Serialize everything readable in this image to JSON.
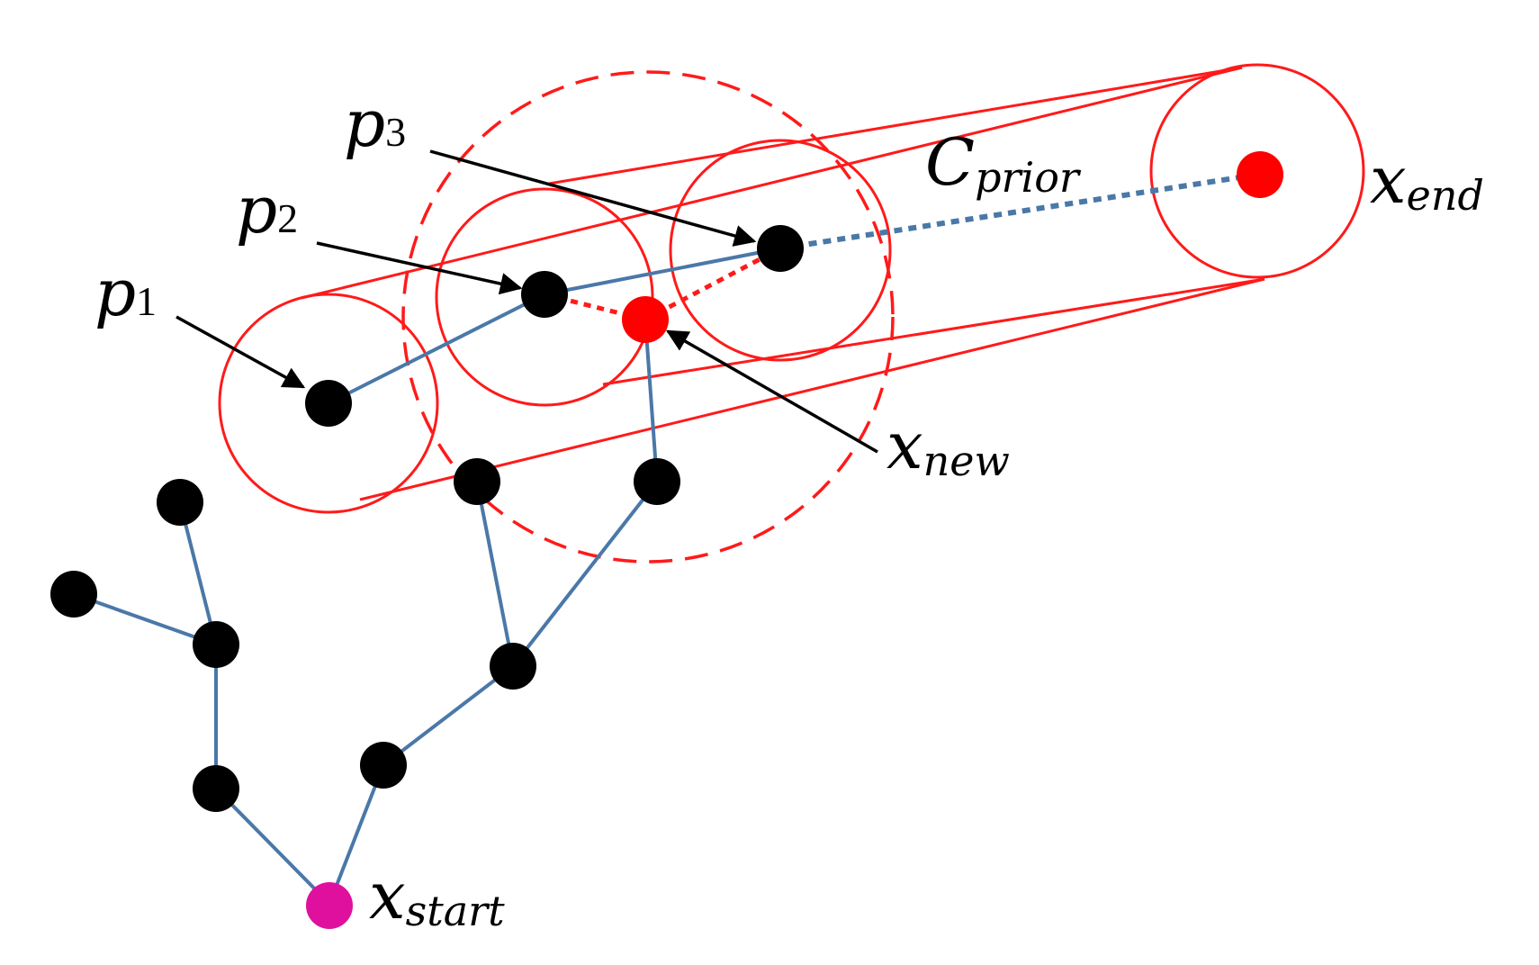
{
  "labels": {
    "p1": {
      "main": "p",
      "sub": "1"
    },
    "p2": {
      "main": "p",
      "sub": "2"
    },
    "p3": {
      "main": "p",
      "sub": "3"
    },
    "cprior": {
      "main": "C",
      "sub": "prior"
    },
    "xend": {
      "main": "x",
      "sub": "end"
    },
    "xnew": {
      "main": "x",
      "sub": "new"
    },
    "xstart": {
      "main": "x",
      "sub": "start"
    }
  },
  "colors": {
    "circle": "#ff1a1a",
    "edge": "#4a78a8",
    "node": "#000000",
    "new_node": "#ff0000",
    "goal_node": "#ff0000",
    "start_node": "#e0109e",
    "arrow": "#000000"
  }
}
